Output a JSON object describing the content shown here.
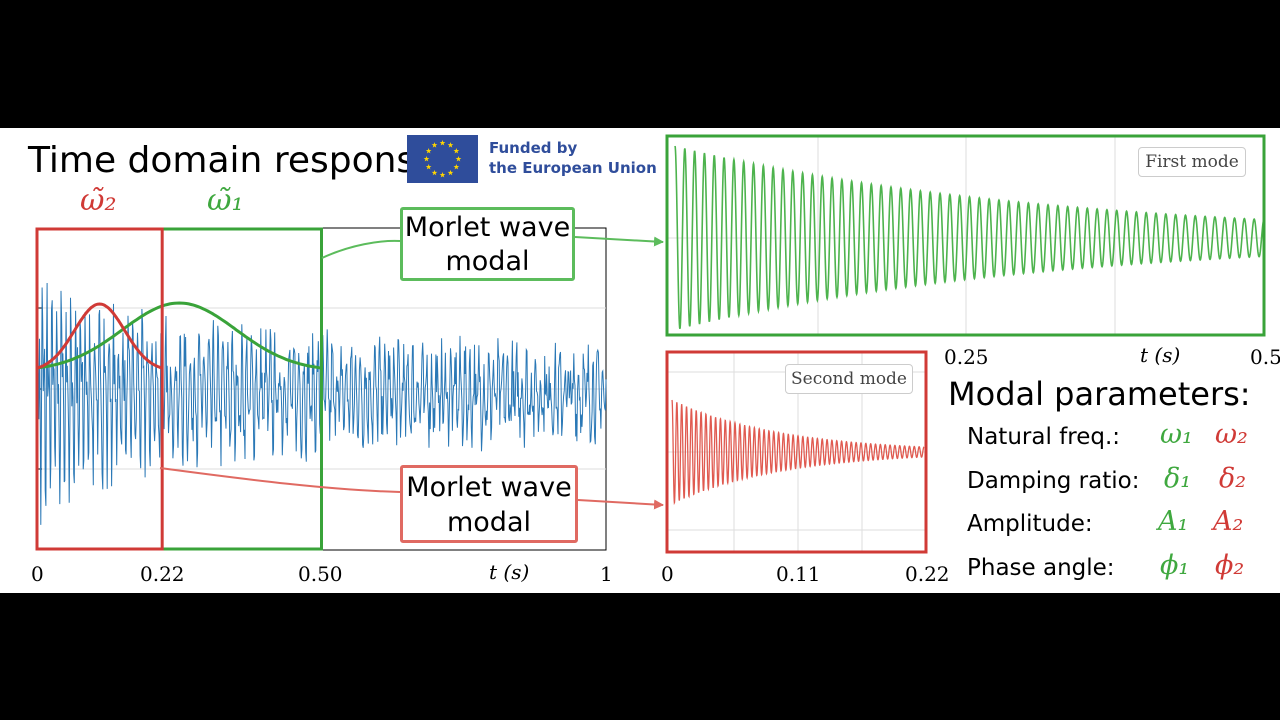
{
  "colors": {
    "signal": "#2a78b6",
    "mode1": "#4db34d",
    "mode2": "#e05a50",
    "box_green": "#39a339",
    "box_red": "#d03a36",
    "eu_blue": "#2f4d9b",
    "eu_star": "#ffd500"
  },
  "headline": "Time domain response:",
  "omega2_tilde": "ω̃₂",
  "omega1_tilde": "ω̃₁",
  "eu_logo": {
    "line1": "Funded by",
    "line2": "the European Union"
  },
  "callout_top": {
    "line1": "Morlet wave",
    "line2": "modal"
  },
  "callout_bottom": {
    "line1": "Morlet wave",
    "line2": "modal"
  },
  "modal_parameters": {
    "heading": "Modal parameters:",
    "rows": [
      {
        "label": "Natural freq.:",
        "sym1": "ω₁",
        "sym2": "ω₂"
      },
      {
        "label": "Damping ratio:",
        "sym1": "δ₁",
        "sym2": "δ₂"
      },
      {
        "label": "Amplitude:",
        "sym1": "A₁",
        "sym2": "A₂"
      },
      {
        "label": "Phase angle:",
        "sym1": "ϕ₁",
        "sym2": "ϕ₂"
      }
    ]
  },
  "chart_data": [
    {
      "type": "line",
      "name": "time-domain-response",
      "xlim": [
        0,
        1
      ],
      "x_ticks": [
        "0",
        "0.22",
        "0.50",
        "1"
      ],
      "xlabel": "t (s)",
      "grid": true,
      "series": [
        {
          "name": "",
          "description_kind": "noisy decaying multi-mode signal",
          "x_range": [
            0,
            1
          ]
        }
      ],
      "morlet_windows": [
        {
          "mode": "ω̃₂",
          "x_range": [
            0,
            0.22
          ],
          "peak_x": 0.11
        },
        {
          "mode": "ω̃₁",
          "x_range": [
            0,
            0.5
          ],
          "peak_x": 0.25
        }
      ]
    },
    {
      "type": "line",
      "name": "first-mode",
      "legend": "First mode",
      "xlim": [
        0,
        0.5
      ],
      "x_ticks": [
        "0.25",
        "0.5"
      ],
      "xlabel": "t (s)",
      "grid": true,
      "cycles": 60,
      "amplitude_start": 1.0,
      "amplitude_end": 0.2
    },
    {
      "type": "line",
      "name": "second-mode",
      "legend": "Second mode",
      "xlim": [
        0,
        0.22
      ],
      "x_ticks": [
        "0",
        "0.11",
        "0.22"
      ],
      "grid": true,
      "cycles": 52,
      "amplitude_start": 1.0,
      "amplitude_end": 0.12
    }
  ]
}
